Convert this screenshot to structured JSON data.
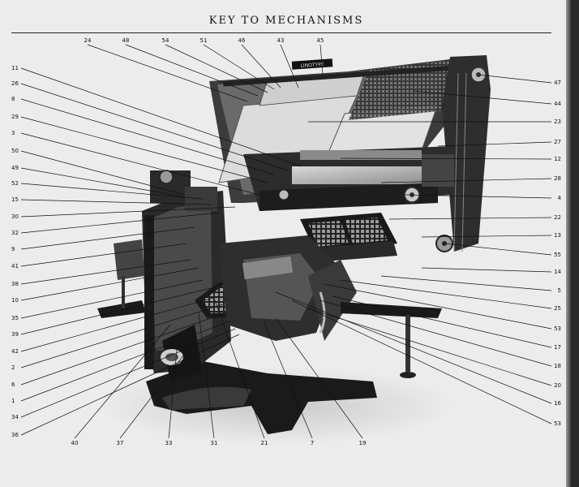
{
  "title": "KEY TO MECHANISMS",
  "machine_nameplate": "LINOTYPE",
  "colors": {
    "paper": "#ececec",
    "ink": "#111111",
    "machine_dark": "#1c1c1c",
    "machine_mid": "#5a5a5a",
    "machine_light": "#b8b8b8"
  },
  "labels": {
    "top": [
      "24",
      "48",
      "54",
      "51",
      "46",
      "43",
      "45"
    ],
    "left": [
      "11",
      "26",
      "8",
      "29",
      "3",
      "50",
      "49",
      "52",
      "15",
      "30",
      "32",
      "9",
      "41",
      "38",
      "10",
      "35",
      "39",
      "42",
      "2",
      "6",
      "1",
      "34",
      "36"
    ],
    "right": [
      "47",
      "44",
      "23",
      "27",
      "12",
      "28",
      "4",
      "22",
      "13",
      "55",
      "14",
      "5",
      "25",
      "53",
      "17",
      "18",
      "20",
      "16",
      "53"
    ],
    "bottom": [
      "40",
      "37",
      "33",
      "31",
      "21",
      "7",
      "19"
    ]
  }
}
